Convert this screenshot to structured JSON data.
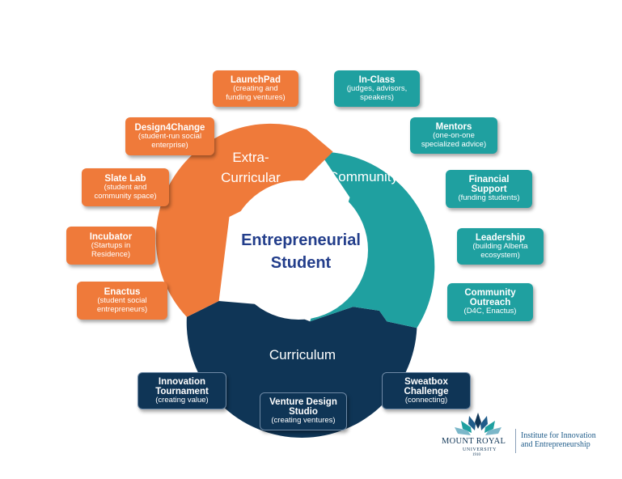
{
  "center": {
    "line1": "Entrepreneurial",
    "line2": "Student"
  },
  "ring": {
    "extra_curricular_line1": "Extra-",
    "extra_curricular_line2": "Curricular",
    "community": "Community",
    "curriculum": "Curriculum"
  },
  "extra_curricular_items": [
    {
      "title": "LaunchPad",
      "subtitle": "(creating and funding ventures)"
    },
    {
      "title": "Design4Change",
      "subtitle": "(student-run social enterprise)"
    },
    {
      "title": "Slate Lab",
      "subtitle": "(student and community space)"
    },
    {
      "title": "Incubator",
      "subtitle": "(Startups in Residence)"
    },
    {
      "title": "Enactus",
      "subtitle": "(student social entrepreneurs)"
    }
  ],
  "community_items": [
    {
      "title": "In-Class",
      "subtitle": "(judges, advisors, speakers)"
    },
    {
      "title": "Mentors",
      "subtitle": "(one-on-one specialized advice)"
    },
    {
      "title": "Financial Support",
      "subtitle": "(funding students)"
    },
    {
      "title": "Leadership",
      "subtitle": "(building Alberta ecosystem)"
    },
    {
      "title": "Community Outreach",
      "subtitle": "(D4C, Enactus)"
    }
  ],
  "curriculum_items": [
    {
      "title": "Innovation Tournament",
      "subtitle": "(creating value)"
    },
    {
      "title": "Venture Design Studio",
      "subtitle": "(creating ventures)"
    },
    {
      "title": "Sweatbox Challenge",
      "subtitle": "(connecting)"
    }
  ],
  "logo": {
    "name": "MOUNT ROYAL",
    "sub": "UNIVERSITY",
    "year": "1910",
    "institute_line1": "Institute for Innovation",
    "institute_line2": "and Entrepreneurship"
  },
  "colors": {
    "orange": "#ef7a3a",
    "teal": "#1fa0a0",
    "navy": "#0f3556",
    "center_text": "#233e8b"
  }
}
